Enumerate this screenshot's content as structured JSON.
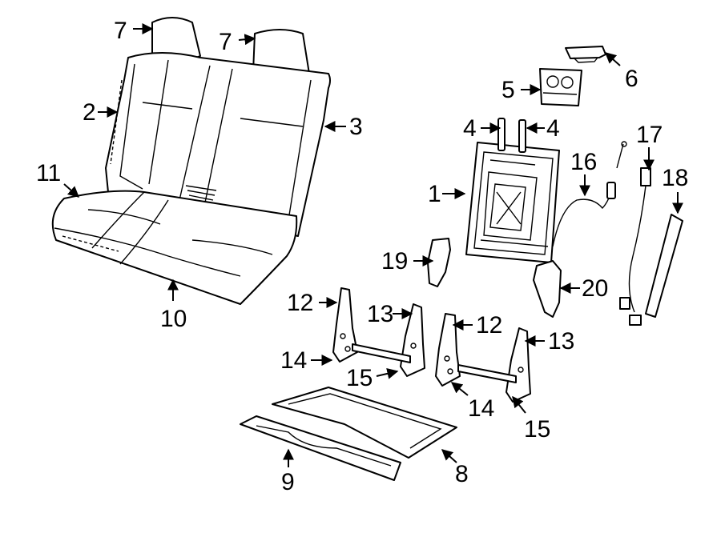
{
  "callouts": {
    "c1": "1",
    "c2": "2",
    "c3": "3",
    "c4a": "4",
    "c4b": "4",
    "c5": "5",
    "c6": "6",
    "c7a": "7",
    "c7b": "7",
    "c8": "8",
    "c9": "9",
    "c10": "10",
    "c11": "11",
    "c12a": "12",
    "c12b": "12",
    "c13a": "13",
    "c13b": "13",
    "c14a": "14",
    "c14b": "14",
    "c15a": "15",
    "c15b": "15",
    "c16": "16",
    "c17": "17",
    "c18": "18",
    "c19": "19",
    "c20": "20"
  }
}
